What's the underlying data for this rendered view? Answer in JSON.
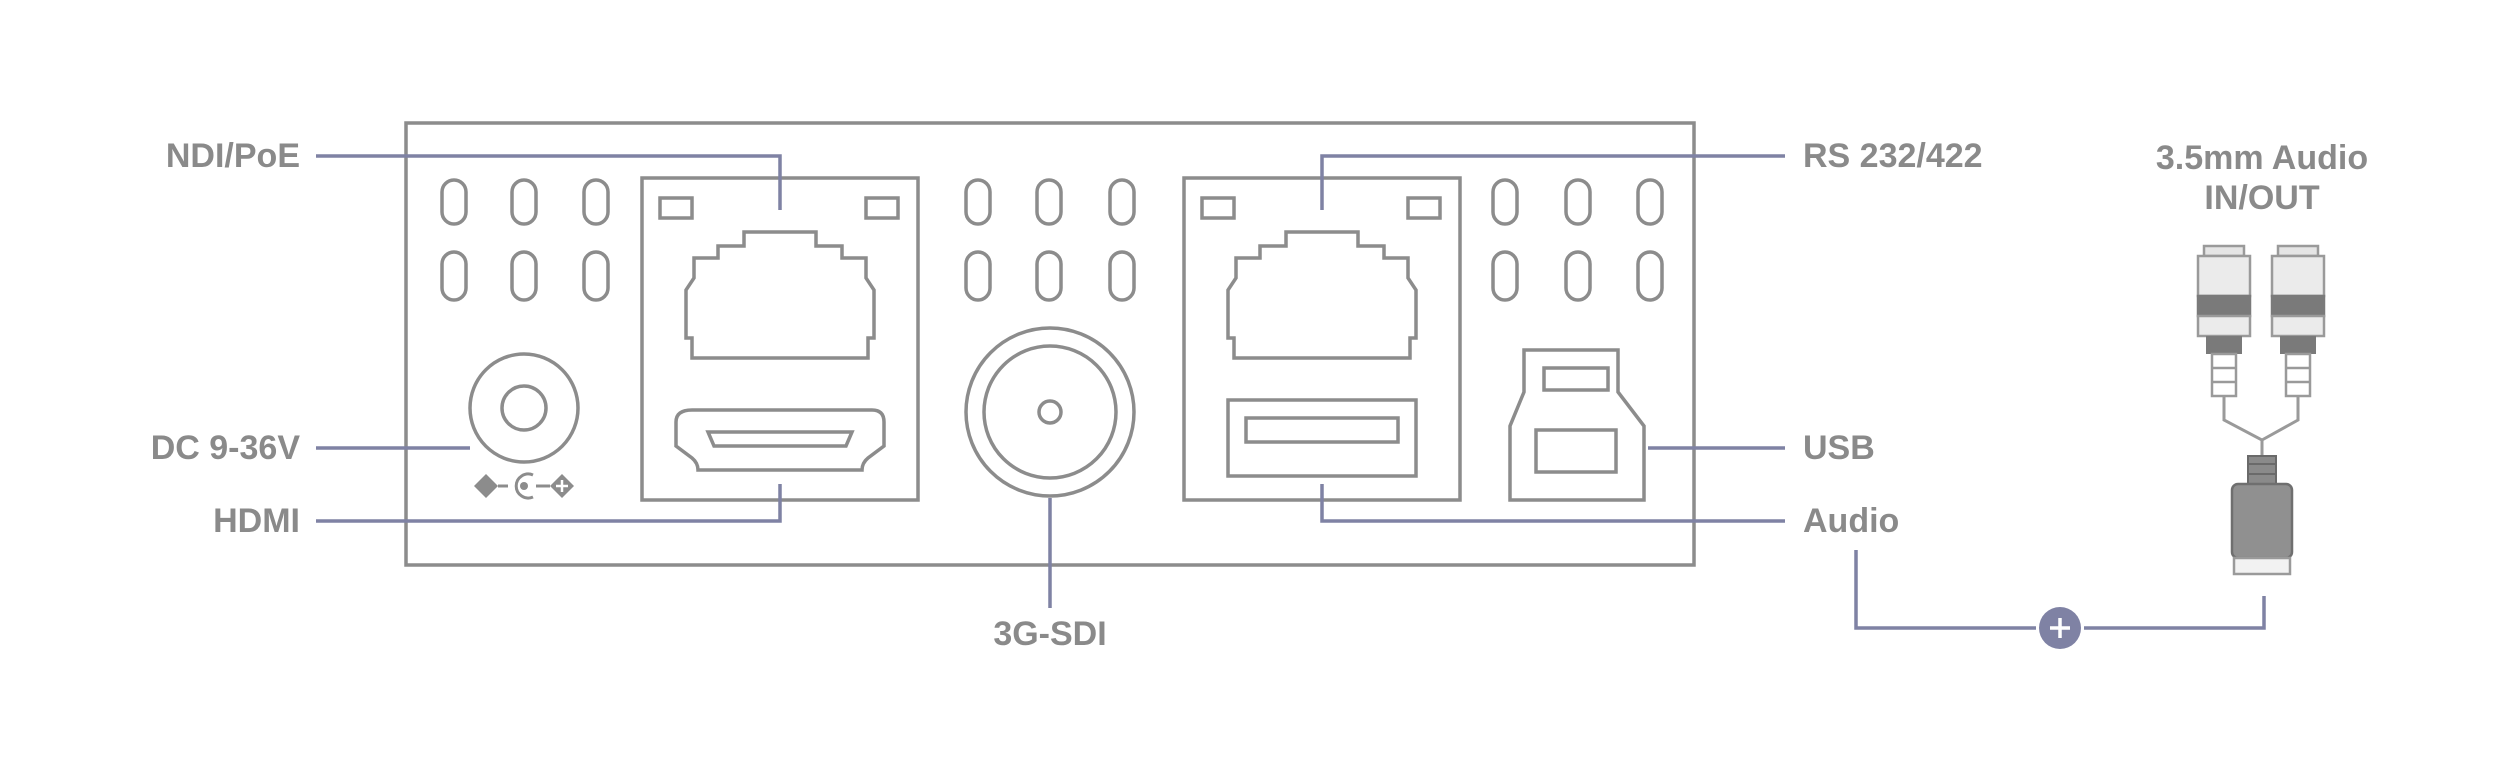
{
  "labels": {
    "ndi_poe": "NDI/PoE",
    "dc": "DC 9-36V",
    "hdmi": "HDMI",
    "sdi": "3G-SDI",
    "rs": "RS 232/422",
    "usb": "USB",
    "audio": "Audio",
    "audio_35_line1": "3.5mm Audio",
    "audio_35_line2": "IN/OUT"
  },
  "icons": {
    "plus_badge": "+",
    "polarity_minus": "−",
    "polarity_plus": "+"
  },
  "colors": {
    "device_stroke": "#8c8c8c",
    "leader_line": "#7f82a4",
    "label_text": "#8a8a8a",
    "badge_fill": "#7f82a4"
  }
}
